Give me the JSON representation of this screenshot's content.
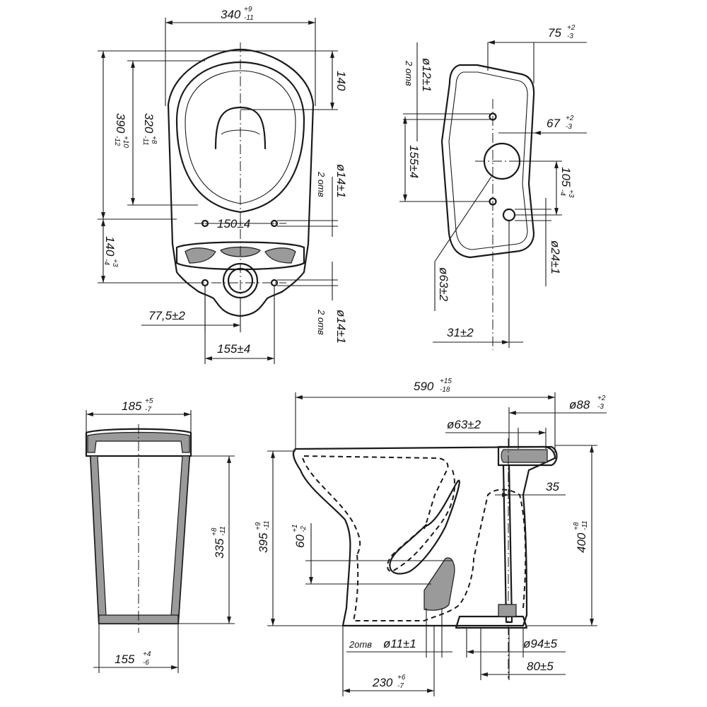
{
  "top_view": {
    "width": "340",
    "width_tol_upper": "+9",
    "width_tol_lower": "-11",
    "height": "390",
    "height_tol_upper": "+10",
    "height_tol_lower": "-12",
    "inner": "320",
    "inner_tol_upper": "+8",
    "inner_tol_lower": "-11",
    "offset": "140",
    "rear": "140",
    "rear_tol_upper": "+3",
    "rear_tol_lower": "-4",
    "hole_spacing": "150±4",
    "hole_dia_top": "ø14±1",
    "hole_count_top": "2 отв",
    "offset_x": "77,5±2",
    "hole_spacing_bottom": "155±4",
    "hole_dia_bottom": "ø14±1",
    "hole_count_bottom": "2 отв"
  },
  "cistern_top": {
    "wall": "75",
    "wall_tol_upper": "+2",
    "wall_tol_lower": "-3",
    "hole_dia": "ø12±1",
    "hole_count": "2 отв",
    "offset": "67",
    "offset_tol_upper": "+2",
    "offset_tol_lower": "-3",
    "spacing": "155±4",
    "offset2": "105",
    "offset2_tol_upper": "+3",
    "offset2_tol_lower": "-4",
    "small_hole": "ø24±1",
    "big_hole": "ø63±2",
    "x_offset": "31±2"
  },
  "cistern_side": {
    "top_width": "185",
    "top_tol_upper": "+5",
    "top_tol_lower": "-7",
    "height": "335",
    "height_tol_upper": "+8",
    "height_tol_lower": "-11",
    "bottom_width": "155",
    "bottom_tol_upper": "+4",
    "bottom_tol_lower": "-6"
  },
  "bowl_side": {
    "length": "590",
    "length_tol_upper": "+15",
    "length_tol_lower": "-18",
    "outlet": "ø88",
    "outlet_tol_upper": "+2",
    "outlet_tol_lower": "-3",
    "inlet": "ø63±2",
    "pipe": "35",
    "height": "395",
    "height_tol_upper": "+9",
    "height_tol_lower": "-11",
    "total_height": "400",
    "total_height_tol_upper": "+8",
    "total_height_tol_lower": "-11",
    "trap": "60",
    "trap_tol_upper": "+1",
    "trap_tol_lower": "-2",
    "hole_count": "2отв",
    "hole_dia": "ø11±1",
    "waste_dia": "ø94±5",
    "waste_offset": "80±5",
    "base": "230",
    "base_tol_upper": "+6",
    "base_tol_lower": "-7"
  }
}
